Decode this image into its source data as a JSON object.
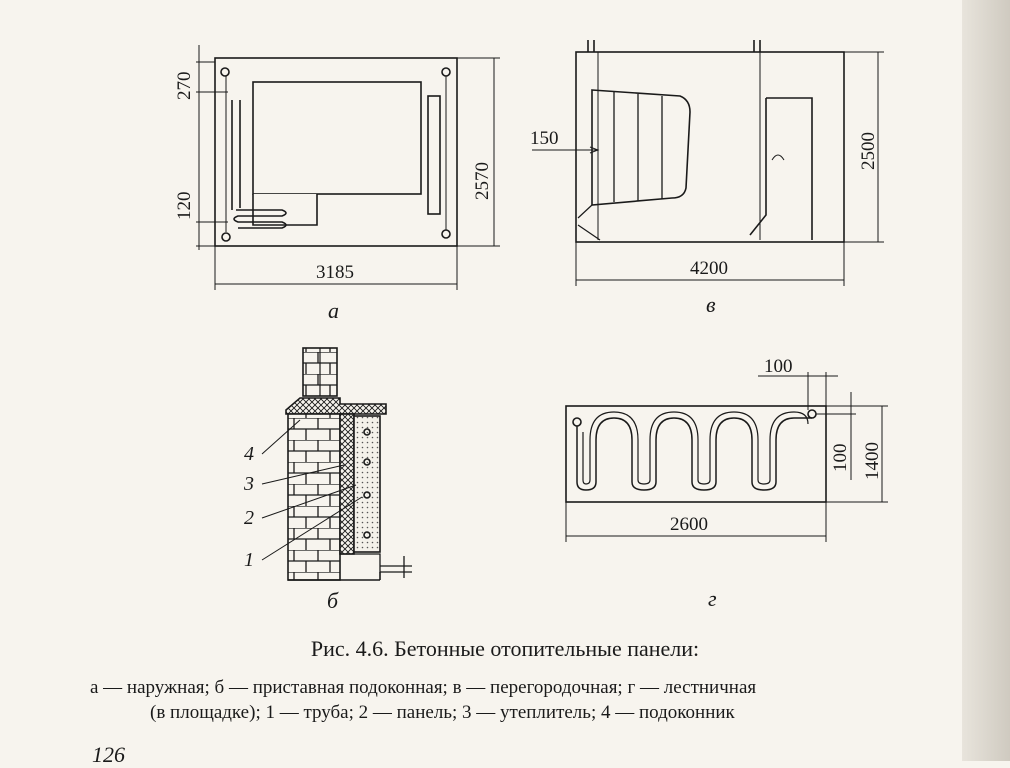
{
  "figure": {
    "panel_a": {
      "letter": "а",
      "width_dim": "3185",
      "height_dim": "2570",
      "top_dim": "270",
      "bottom_dim": "120"
    },
    "panel_v": {
      "letter": "в",
      "width_dim": "4200",
      "height_dim": "2500",
      "left_dim": "150"
    },
    "panel_b": {
      "letter": "б",
      "labels": [
        "4",
        "3",
        "2",
        "1"
      ]
    },
    "panel_g": {
      "letter": "г",
      "width_dim": "2600",
      "height_dim": "1400",
      "inner_dim": "100",
      "top_dim": "100"
    }
  },
  "caption": {
    "title": "Рис. 4.6. Бетонные отопительные панели:",
    "line1": "а — наружная; б — приставная подоконная; в — перегородочная; г — лестничная",
    "line2": "(в площадке); 1 — труба; 2 — панель; 3 — утеплитель; 4 — подоконник"
  },
  "page_number": "126"
}
